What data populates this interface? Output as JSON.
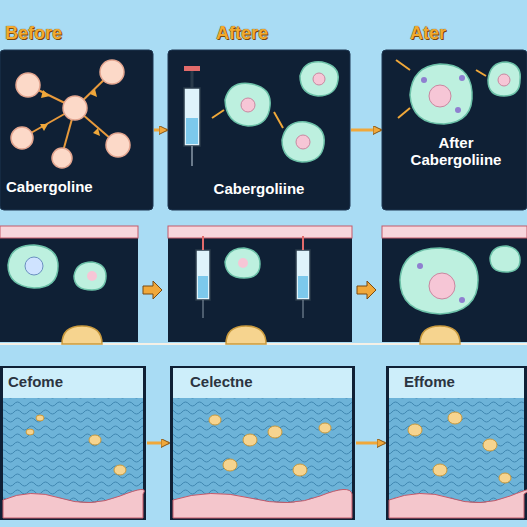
{
  "diagram": {
    "nodes": [
      {
        "text": [
          "Before",
          "Cabergoline"
        ]
      },
      {
        "text": [
          "Aftere",
          "Cabergoliine"
        ]
      },
      {
        "text": [
          "Ater",
          "After Cabergoliine"
        ]
      },
      {
        "text": [
          "Cefome"
        ]
      },
      {
        "text": [
          "Celectne"
        ]
      },
      {
        "text": [
          "Effome"
        ]
      }
    ],
    "edges": [
      {
        "from": 0,
        "to": 1,
        "arrow": "to"
      },
      {
        "from": 1,
        "to": 2,
        "arrow": "to"
      },
      {
        "from": 3,
        "to": 4,
        "arrow": "to"
      },
      {
        "from": 4,
        "to": 5,
        "arrow": "to"
      }
    ]
  }
}
